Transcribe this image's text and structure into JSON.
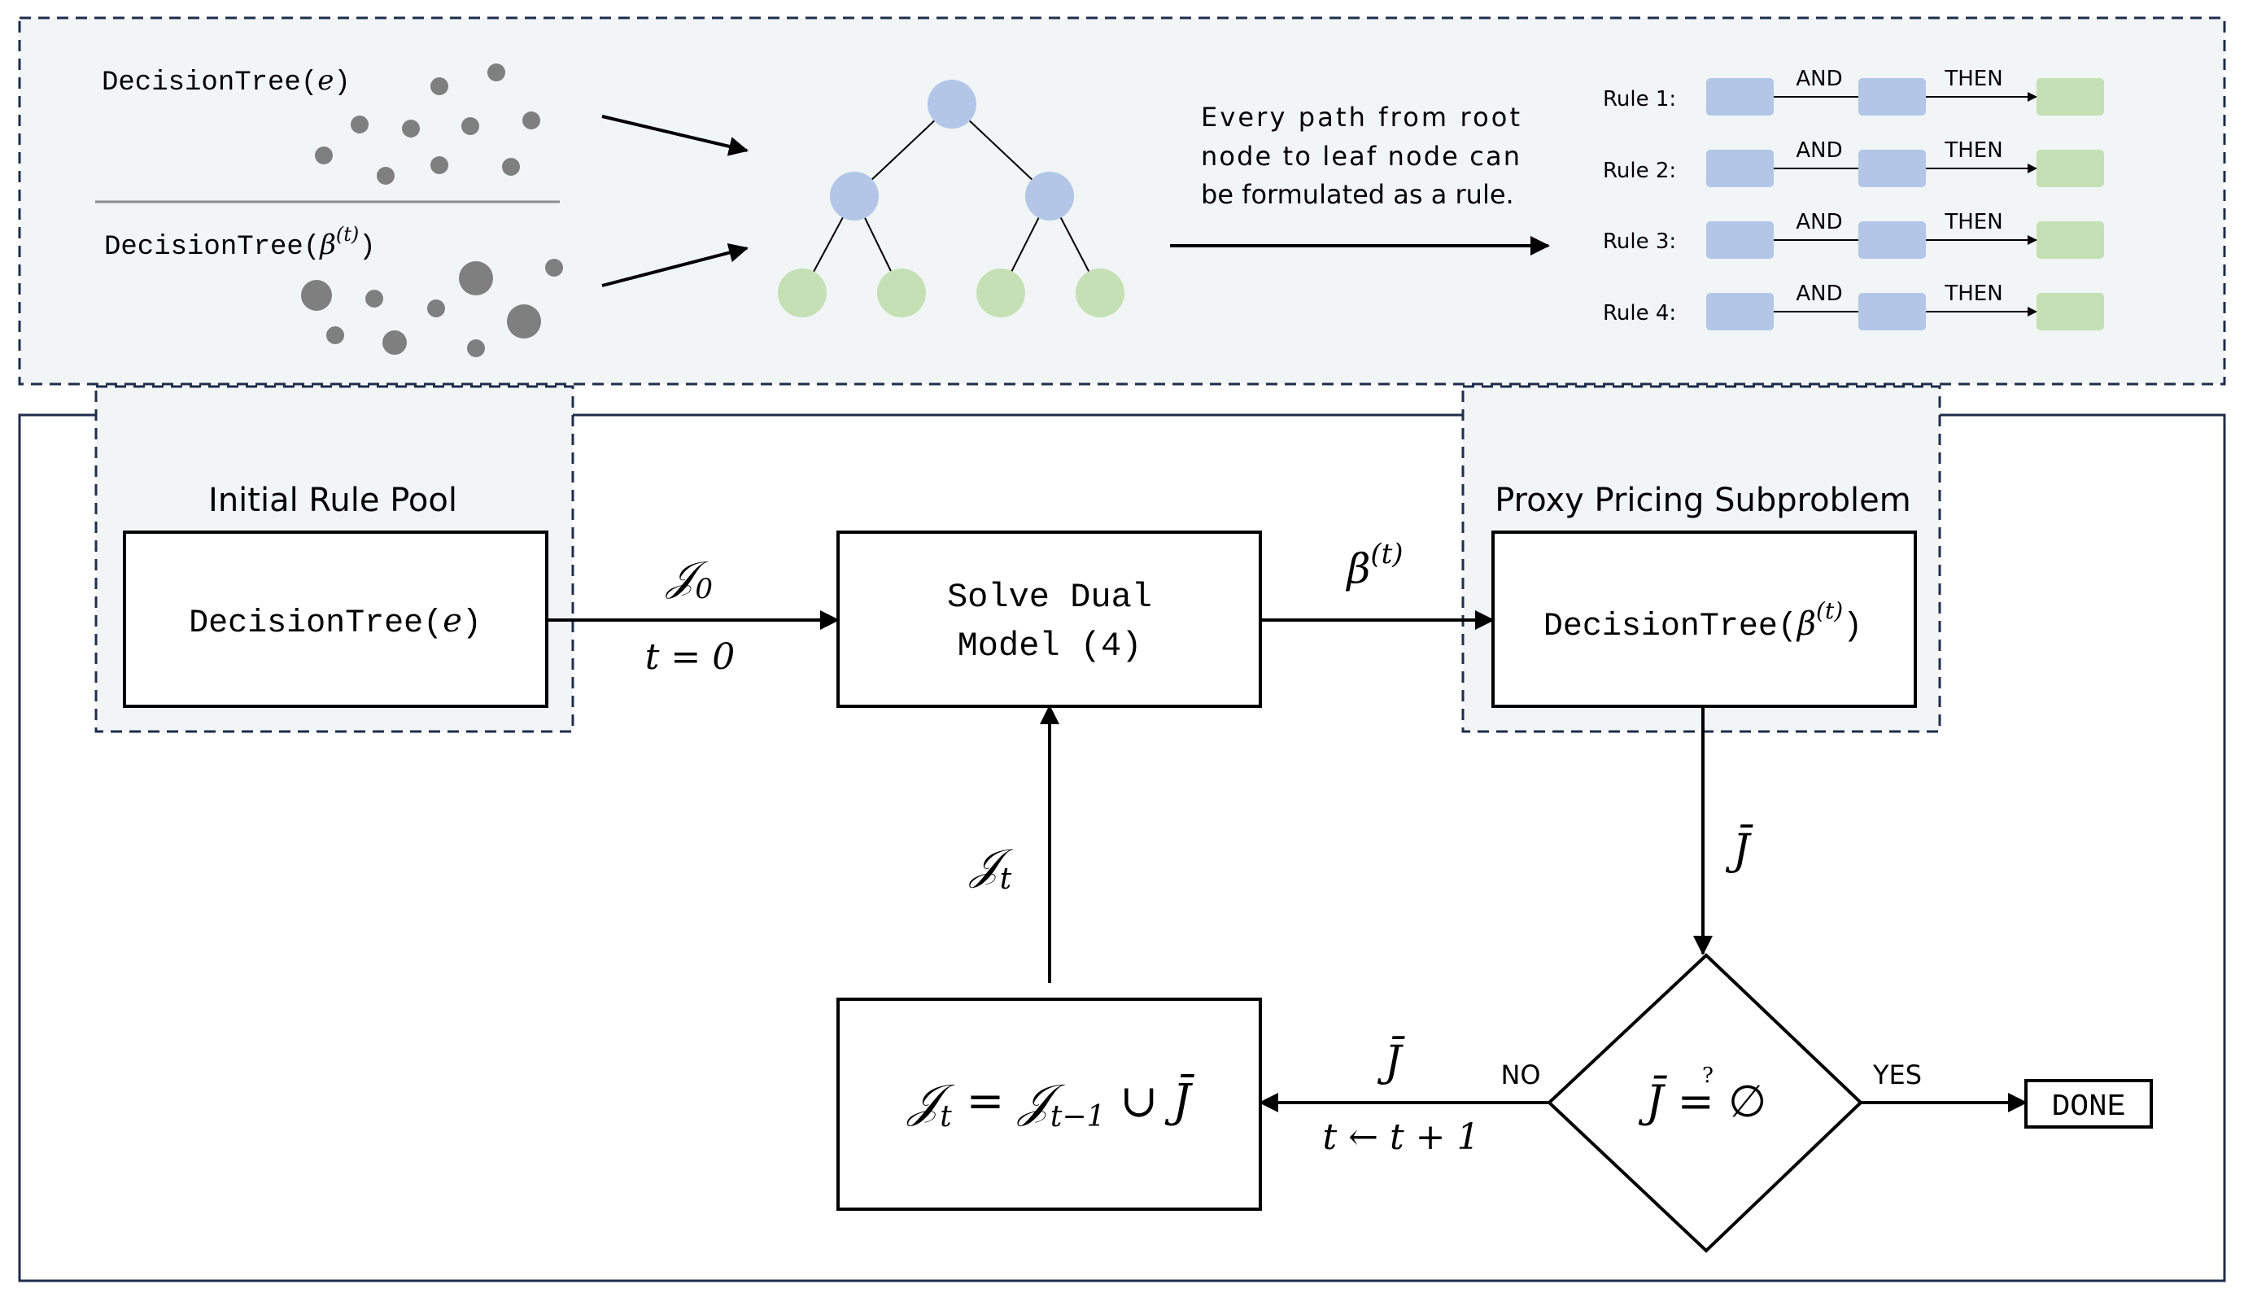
{
  "colors": {
    "top_panel_bg": "#f1f5f5",
    "border_navy": "#1f2d4d",
    "internal_node": "#b3c6e7",
    "leaf_node": "#c5e0b4",
    "data_point": "#7f7f7f"
  },
  "top_panel": {
    "dataset_a_func": "DecisionTree",
    "dataset_a_arg": "e",
    "dataset_b_func": "DecisionTree",
    "dataset_b_arg": "β",
    "dataset_b_sup": "(t)",
    "caption_line_1": "Every path from root",
    "caption_line_2": "node to leaf node can",
    "caption_line_3": "be formulated as a rule.",
    "rules": [
      {
        "label": "Rule 1:",
        "and": "AND",
        "then": "THEN"
      },
      {
        "label": "Rule 2:",
        "and": "AND",
        "then": "THEN"
      },
      {
        "label": "Rule 3:",
        "and": "AND",
        "then": "THEN"
      },
      {
        "label": "Rule 4:",
        "and": "AND",
        "then": "THEN"
      }
    ]
  },
  "flow": {
    "initial_pool_title": "Initial Rule Pool",
    "initial_func": "DecisionTree",
    "initial_arg": "e",
    "j0_label": "𝒥",
    "j0_sub": "0",
    "t0_label": "t = 0",
    "solve_line_1": "Solve Dual",
    "solve_line_2": "Model (4)",
    "beta_label": "β",
    "beta_sup": "(t)",
    "proxy_title": "Proxy Pricing Subproblem",
    "proxy_func": "DecisionTree",
    "proxy_arg": "β",
    "proxy_sup": "(t)",
    "jbar_label": "J̄",
    "jt_label": "𝒥",
    "jt_sub": "t",
    "update_lhs": "𝒥",
    "update_lhs_sub": "t",
    "update_eq": " = ",
    "update_rhs": "𝒥",
    "update_rhs_sub": "t−1",
    "update_union": " ∪ ",
    "update_jbar": "J̄",
    "no_label": "NO",
    "yes_label": "YES",
    "loop_jbar": "J̄",
    "loop_t_update": "t ← t + 1",
    "decision_lhs": "J̄",
    "decision_q": "?",
    "decision_eq": "=",
    "decision_rhs": "∅",
    "done_label": "DONE"
  }
}
